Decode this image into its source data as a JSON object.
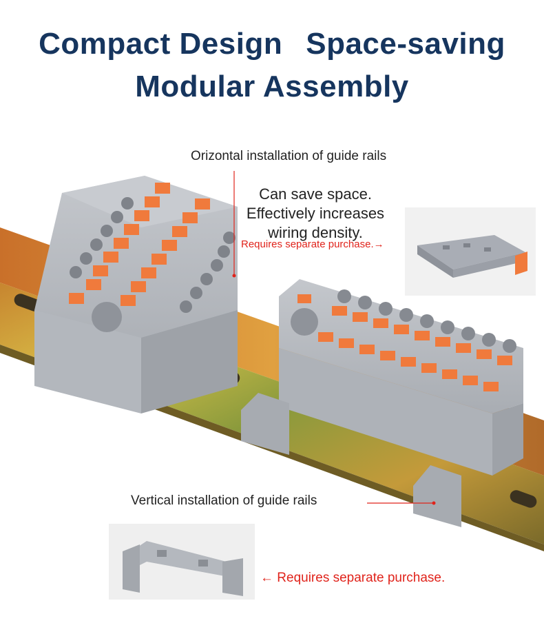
{
  "heading": {
    "line1_left": "Compact Design",
    "line1_right": "Space-saving",
    "line2": "Modular Assembly"
  },
  "callouts": {
    "horizontal": "Orizontal installation of guide rails",
    "benefit_line1": "Can save space.",
    "benefit_line2": "Effectively increases",
    "benefit_line3": "wiring density.",
    "purchase_top": "Requires separate purchase.",
    "purchase_top_arrow": "→",
    "vertical": "Vertical installation of guide rails",
    "purchase_bottom_arrow": "←",
    "purchase_bottom": "Requires separate purchase."
  },
  "colors": {
    "heading": "#16355e",
    "accent_red": "#e0231b",
    "block_grey": "#b9bcc2",
    "lever_orange": "#f07a3c"
  },
  "icons": [
    "din-rail-image",
    "terminal-block-horizontal-image",
    "terminal-block-vertical-image",
    "end-stop-image",
    "mounting-foot-image"
  ]
}
